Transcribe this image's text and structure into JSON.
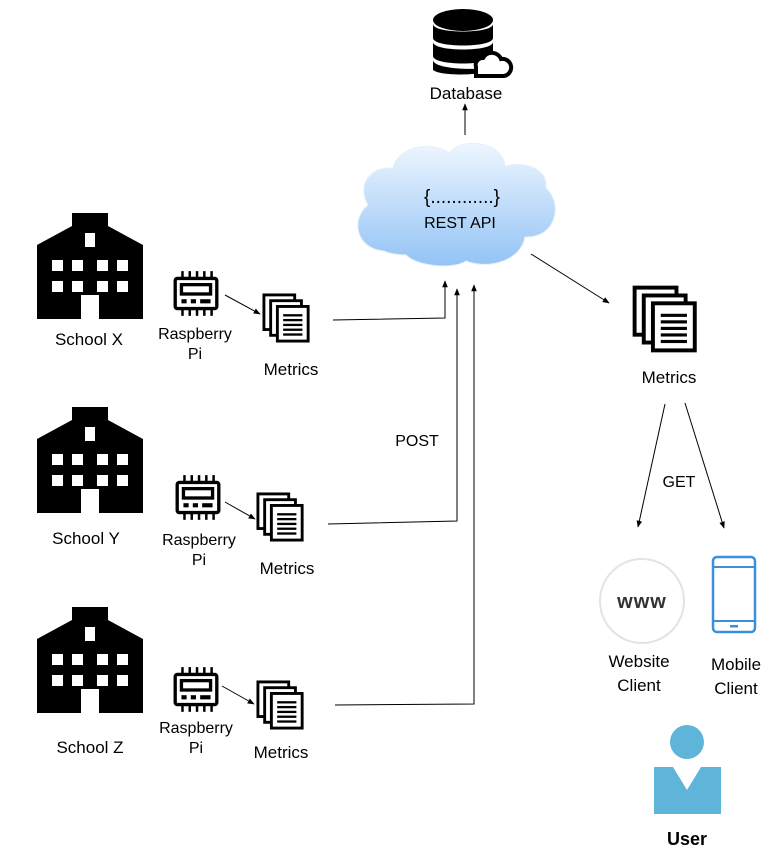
{
  "database": {
    "label": "Database"
  },
  "api": {
    "code": "{............}",
    "label": "REST API"
  },
  "schools": [
    {
      "name": "School X",
      "device_label_1": "Raspberry",
      "device_label_2": "Pi",
      "metrics_label": "Metrics"
    },
    {
      "name": "School Y",
      "device_label_1": "Raspberry",
      "device_label_2": "Pi",
      "metrics_label": "Metrics"
    },
    {
      "name": "School Z",
      "device_label_1": "Raspberry",
      "device_label_2": "Pi",
      "metrics_label": "Metrics"
    }
  ],
  "edges": {
    "post_label": "POST",
    "get_label": "GET"
  },
  "output_metrics": {
    "label": "Metrics"
  },
  "clients": {
    "website": {
      "icon_text": "www",
      "label_1": "Website",
      "label_2": "Client"
    },
    "mobile": {
      "label_1": "Mobile",
      "label_2": "Client"
    }
  },
  "user": {
    "label": "User"
  },
  "colors": {
    "cloud_top": "#EEF6FF",
    "cloud_bottom": "#93C3F5",
    "user_blue": "#5FB4D9",
    "mobile_blue": "#3C8FD9",
    "icon_black": "#000000"
  }
}
